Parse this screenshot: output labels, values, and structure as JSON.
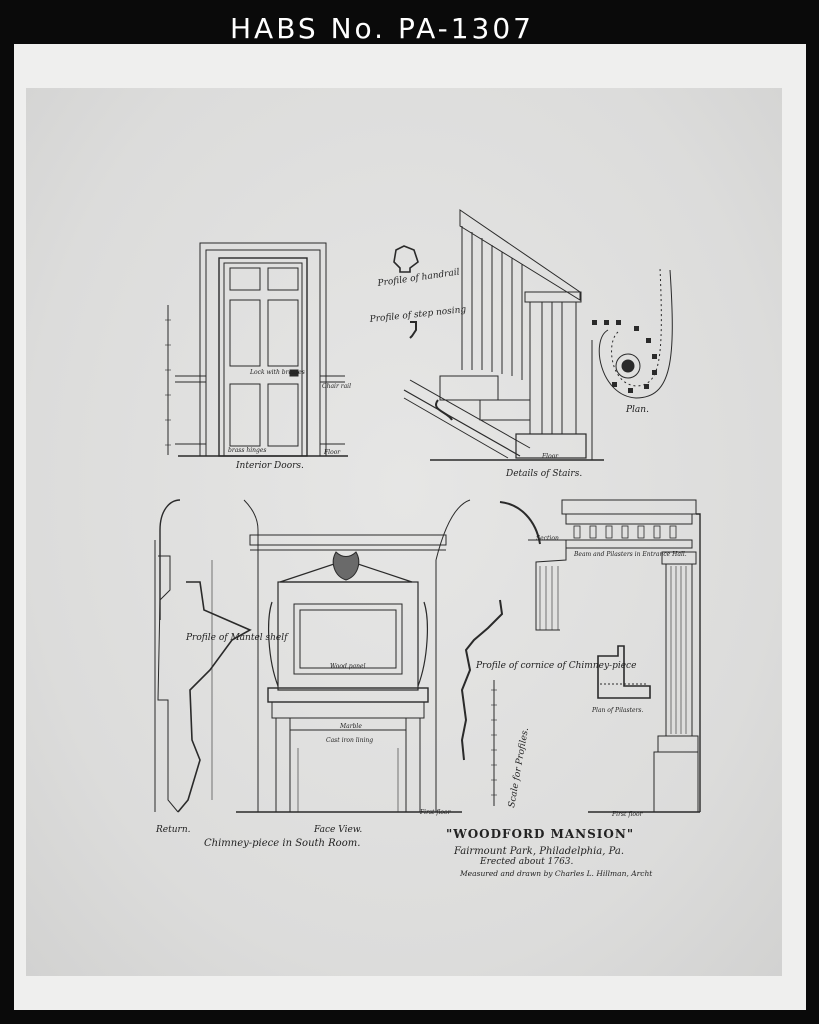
{
  "header": {
    "survey_id": "HABS No. PA-1307"
  },
  "drawing": {
    "labels": {
      "profile_handrail": "Profile of handrail",
      "profile_step_nosing": "Profile of step nosing",
      "lock_with_brasses": "Lock with brasses",
      "chair_rail": "Chair rail",
      "brass_hinges": "brass hinges",
      "floor_door": "Floor",
      "interior_doors": "Interior Doors.",
      "floor_stairs": "Floor",
      "details_of_stairs": "Details of Stairs.",
      "plan": "Plan.",
      "section": "Section",
      "beam_and_pilasters": "Beam and Pilasters in Entrance Hall.",
      "profile_mantel_shelf": "Profile of Mantel shelf",
      "wood_panel": "Wood panel",
      "marble": "Marble",
      "cast_iron_lining": "Cast iron lining",
      "profile_cornice": "Profile of cornice of Chimney-piece",
      "scale_for_profiles": "Scale for Profiles.",
      "plan_of_pilasters": "Plan of Pilasters.",
      "first_floor_chimney": "First floor",
      "first_floor_hall": "First floor",
      "return": "Return.",
      "face_view": "Face View.",
      "chimney_piece_caption": "Chimney-piece in South Room."
    },
    "title_block": {
      "title": "\"WOODFORD MANSION\"",
      "location": "Fairmount Park, Philadelphia, Pa.",
      "erected": "Erected about 1763.",
      "credit": "Measured and drawn by Charles L. Hillman, Archt"
    }
  }
}
